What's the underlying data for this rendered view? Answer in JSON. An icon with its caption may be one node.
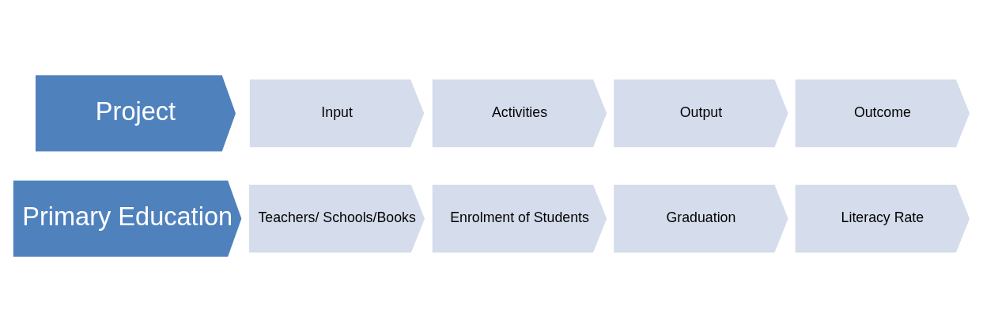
{
  "diagram": {
    "nodes": [
      {
        "text": [
          "Project"
        ]
      },
      {
        "text": [
          "Input"
        ]
      },
      {
        "text": [
          "Activities"
        ]
      },
      {
        "text": [
          "Output"
        ]
      },
      {
        "text": [
          "Outcome"
        ]
      },
      {
        "text": [
          "Primary Education"
        ]
      },
      {
        "text": [
          "Teachers/ Schools/Books"
        ]
      },
      {
        "text": [
          "Enrolment of Students"
        ]
      },
      {
        "text": [
          "Graduation"
        ]
      },
      {
        "text": [
          "Literacy Rate"
        ]
      }
    ]
  }
}
